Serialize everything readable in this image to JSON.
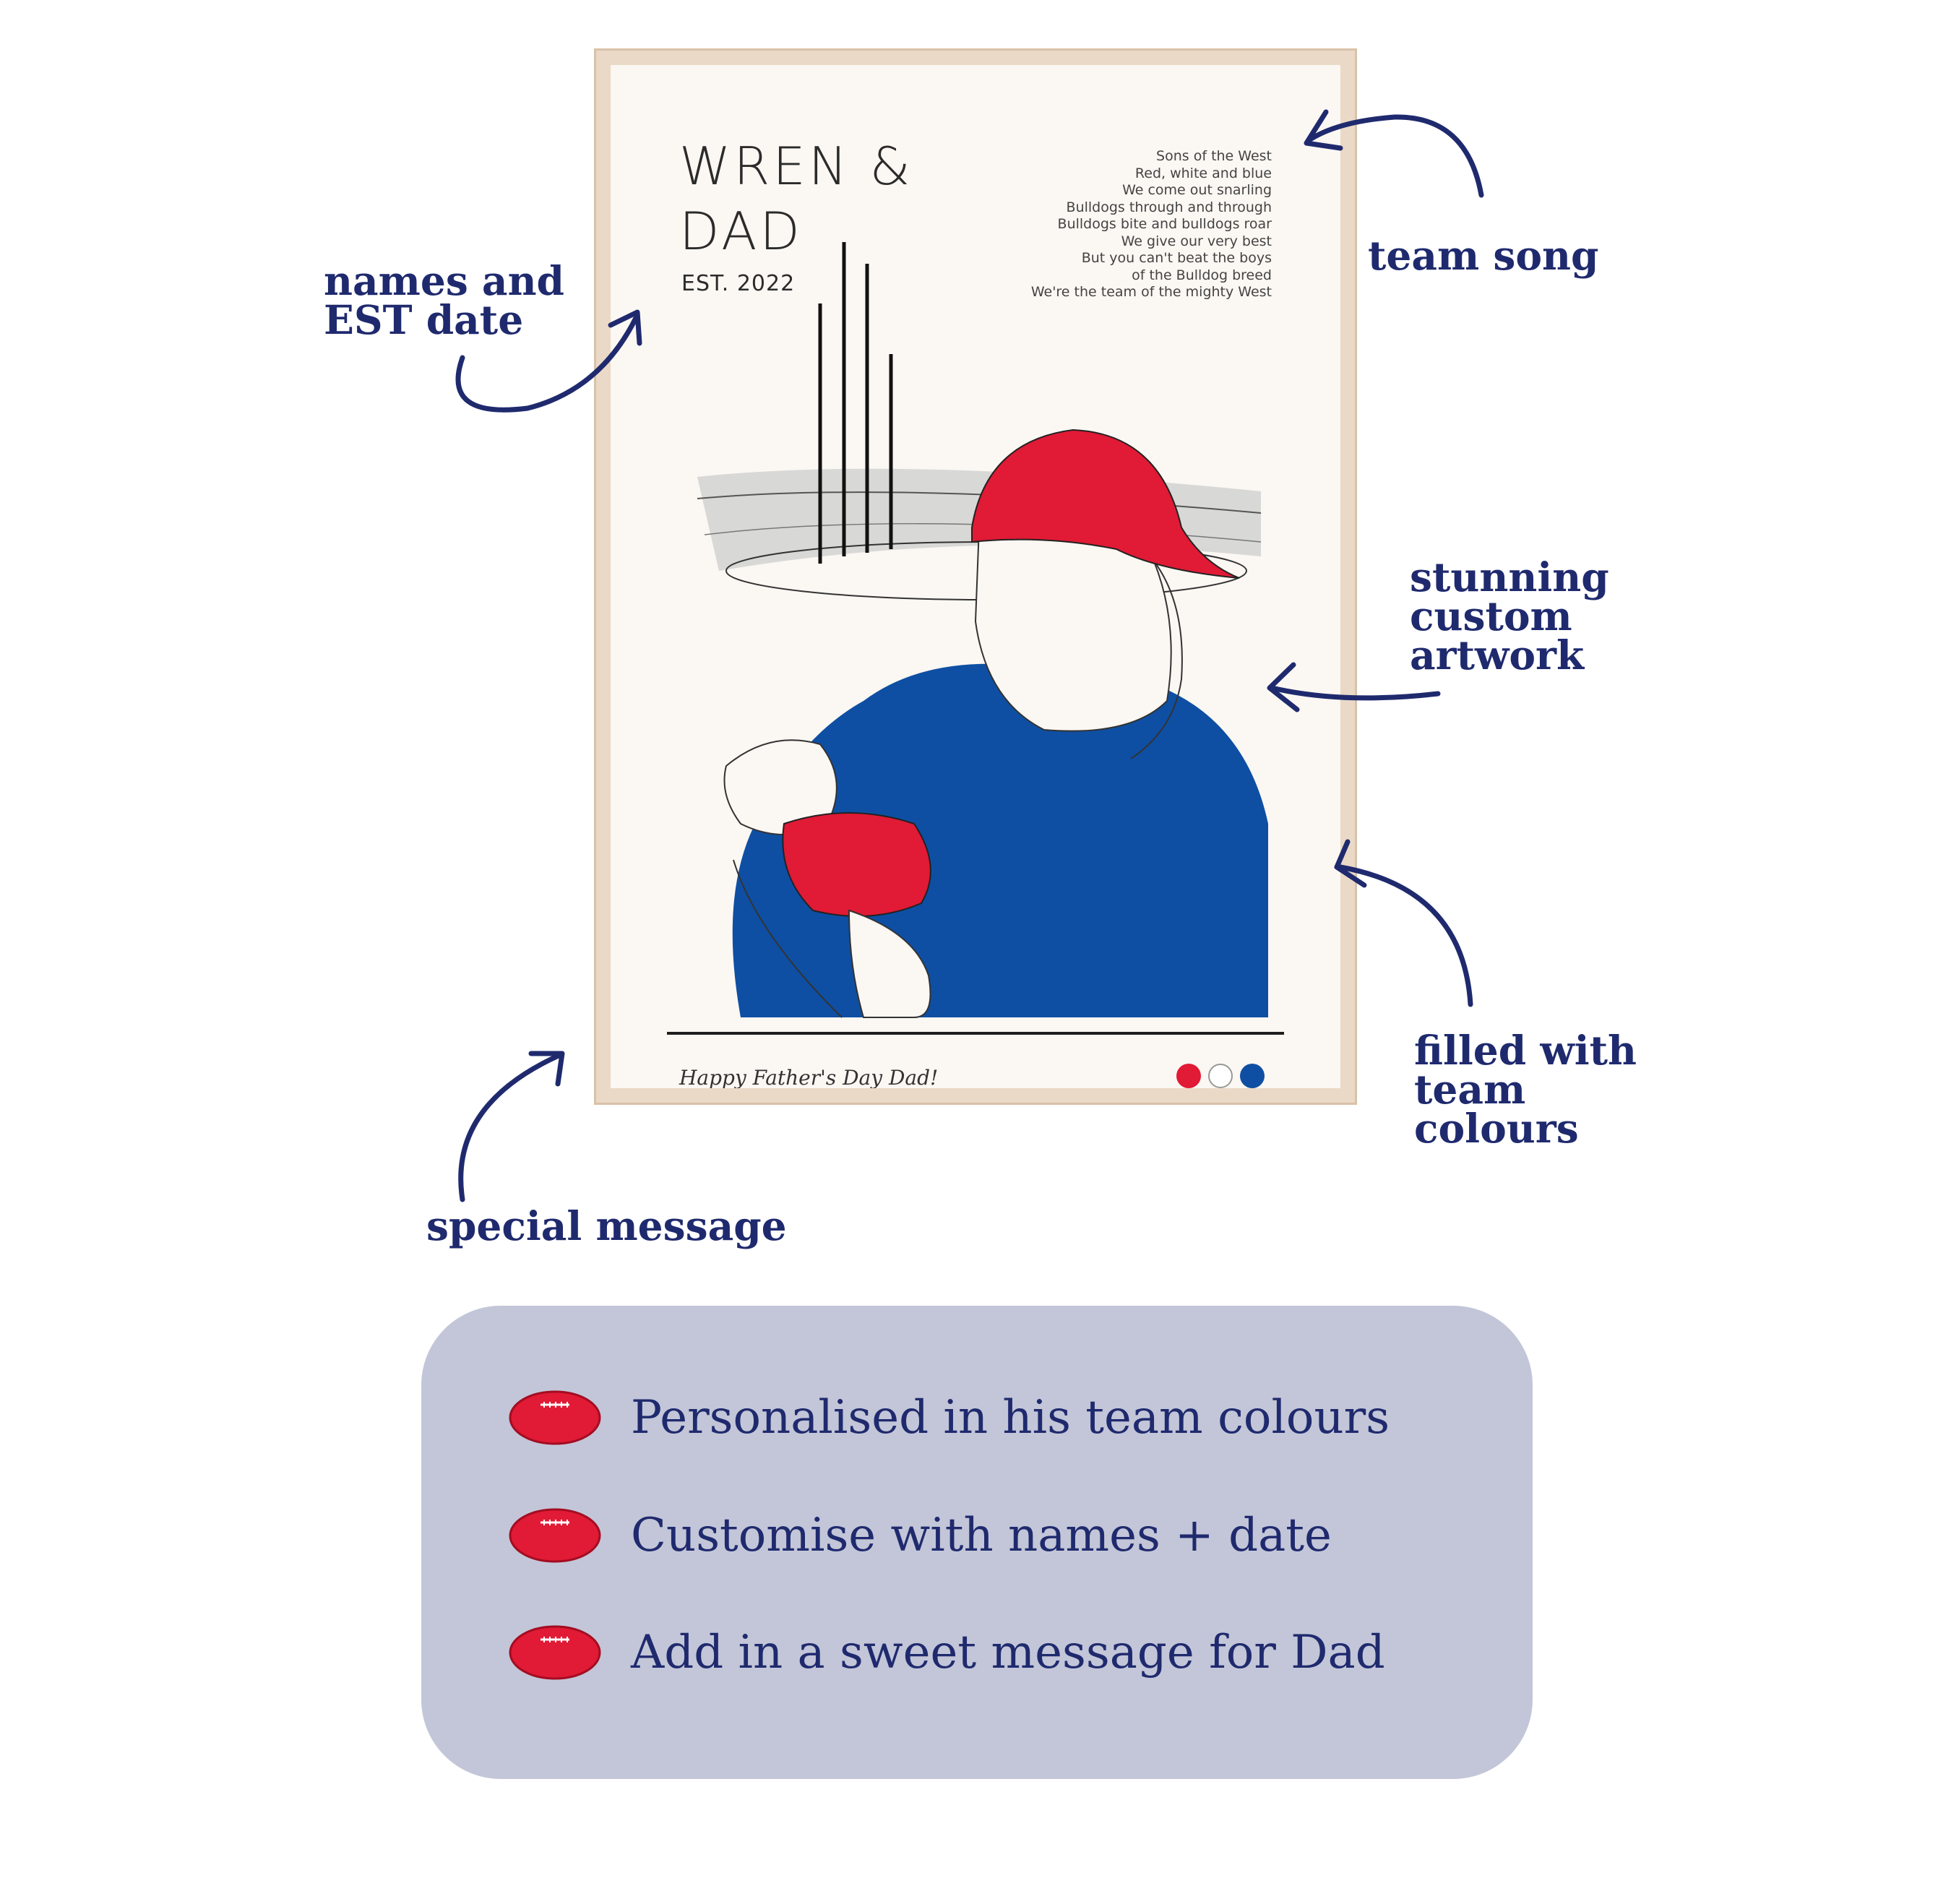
{
  "poster": {
    "title_line1": "WREN &",
    "title_line2": "DAD",
    "est": "EST. 2022",
    "song_lines": [
      "Sons of the West",
      "Red, white and blue",
      "We come out snarling",
      "Bulldogs through and through",
      "Bulldogs bite and bulldogs roar",
      "We give our very best",
      "But you can't beat the boys",
      "of the Bulldog breed",
      "We're the team of the mighty West"
    ],
    "message": "Happy Father's Day Dad!",
    "team_colours": [
      "#e11a35",
      "#ffffff",
      "#0e4fa3"
    ]
  },
  "annotations": {
    "names_line1": "names and",
    "names_line2": "EST date",
    "team_song": "team song",
    "artwork_line1": "stunning",
    "artwork_line2": "custom",
    "artwork_line3": "artwork",
    "colours_line1": "filled with",
    "colours_line2": "team",
    "colours_line3": "colours",
    "special_message": "special message"
  },
  "features": [
    {
      "icon": "football-icon",
      "label": "Personalised in his team colours"
    },
    {
      "icon": "football-icon",
      "label": "Customise with names + date"
    },
    {
      "icon": "football-icon",
      "label": "Add in a sweet message for Dad"
    }
  ],
  "colors": {
    "navy": "#1f2a6e",
    "red": "#e11a35",
    "blue": "#0e4fa3",
    "panel": "#c3c6d8"
  }
}
